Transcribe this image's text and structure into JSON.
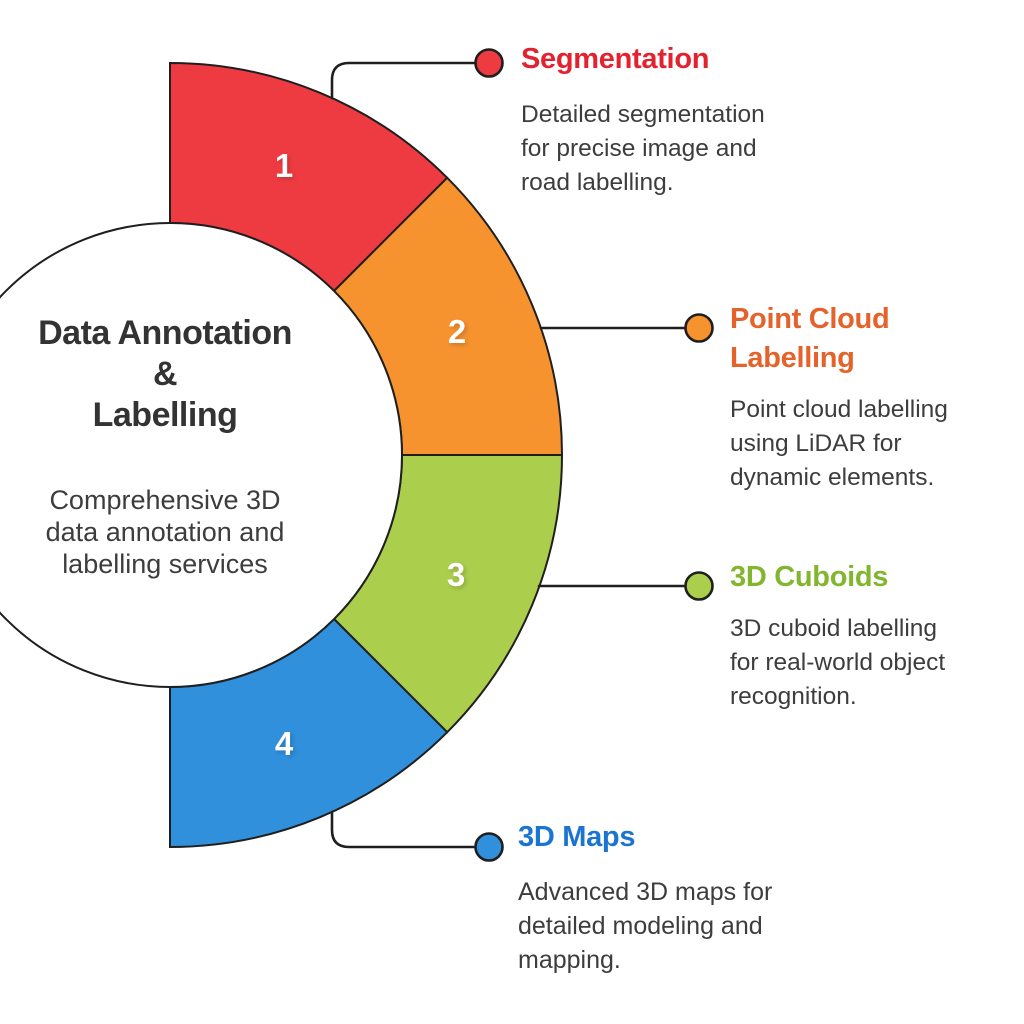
{
  "colors": {
    "outline": "#1f1f1f",
    "body_text": "#3d3d3d",
    "center_text": "#333333",
    "background": "#ffffff"
  },
  "center": {
    "title": "Data Annotation\n&\nLabelling",
    "subtitle": "Comprehensive 3D data annotation and labelling services"
  },
  "sections": [
    {
      "number": "1",
      "title": "Segmentation",
      "description": "Detailed segmentation for precise image and road labelling.",
      "color": "#ee3b42",
      "title_color": "#e32230"
    },
    {
      "number": "2",
      "title": "Point Cloud Labelling",
      "description": "Point cloud labelling using LiDAR for dynamic elements.",
      "color": "#f6932f",
      "title_color": "#e5622a"
    },
    {
      "number": "3",
      "title": "3D Cuboids",
      "description": "3D cuboid labelling for real-world object recognition.",
      "color": "#abce4c",
      "title_color": "#82b62e"
    },
    {
      "number": "4",
      "title": "3D Maps",
      "description": "Advanced 3D maps for detailed modeling and mapping.",
      "color": "#3090dc",
      "title_color": "#1b74d1"
    }
  ]
}
